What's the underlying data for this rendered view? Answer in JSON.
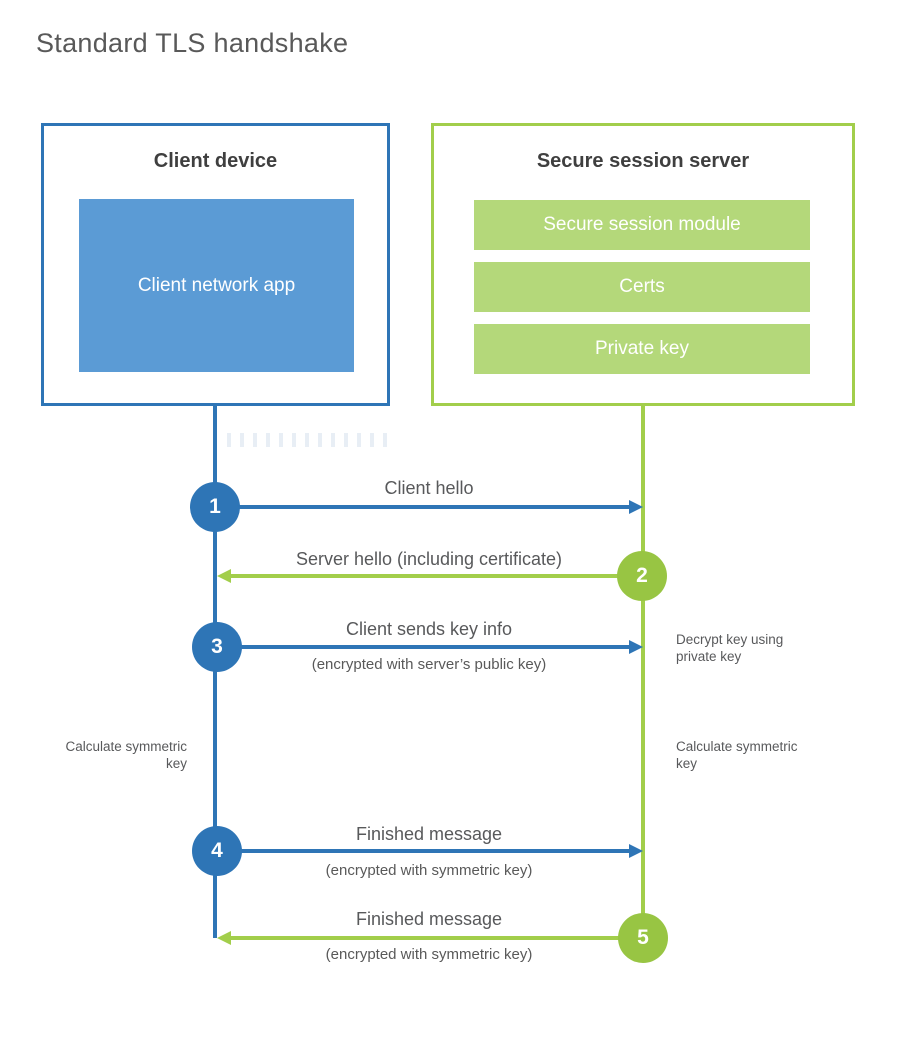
{
  "title": "Standard TLS handshake",
  "colors": {
    "blue_stroke": "#2e75b6",
    "blue_fill": "#5b9bd5",
    "green_stroke": "#a2ce4b",
    "green_circle": "#98c543",
    "green_fill": "#b4d87a"
  },
  "client": {
    "title": "Client device",
    "app_label": "Client network app"
  },
  "server": {
    "title": "Secure session server",
    "modules": [
      "Secure session module",
      "Certs",
      "Private key"
    ]
  },
  "messages": [
    {
      "step": "1",
      "label": "Client hello",
      "sublabel": "",
      "from": "client",
      "to": "server"
    },
    {
      "step": "2",
      "label": "Server hello (including certificate)",
      "sublabel": "",
      "from": "server",
      "to": "client"
    },
    {
      "step": "3",
      "label": "Client sends key info",
      "sublabel": "(encrypted with server’s public key)",
      "from": "client",
      "to": "server"
    },
    {
      "step": "4",
      "label": "Finished message",
      "sublabel": "(encrypted with symmetric key)",
      "from": "client",
      "to": "server"
    },
    {
      "step": "5",
      "label": "Finished message",
      "sublabel": "(encrypted with symmetric key)",
      "from": "server",
      "to": "client"
    }
  ],
  "notes": {
    "decrypt": "Decrypt key using private key",
    "calc_left": "Calculate symmetric key",
    "calc_right": "Calculate symmetric key"
  }
}
